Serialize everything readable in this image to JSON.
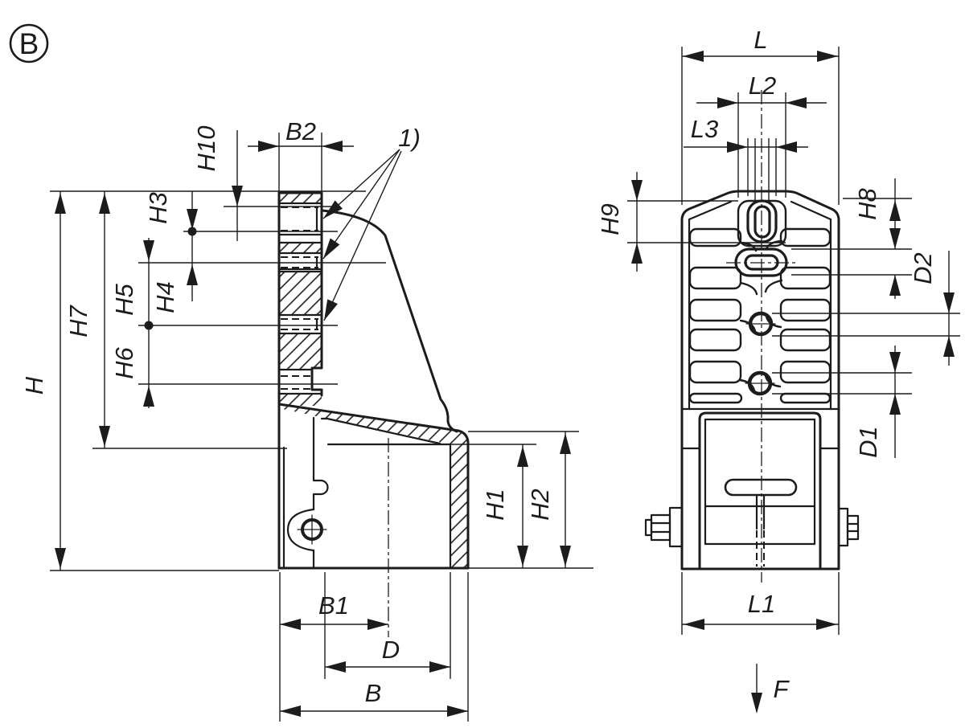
{
  "drawing": {
    "title": "Technical drawing, two orthographic views of a clamping element",
    "background_color": "#ffffff",
    "line_color": "#1c1c1c",
    "view_marker": "B",
    "note_reference": "1)",
    "side_view": {
      "name": "side-section-view",
      "dims": {
        "H": "H",
        "H1": "H1",
        "H2": "H2",
        "H3": "H3",
        "H4": "H4",
        "H5": "H5",
        "H6": "H6",
        "H7": "H7",
        "H10": "H10",
        "B": "B",
        "B1": "B1",
        "B2": "B2",
        "D": "D"
      }
    },
    "front_view": {
      "name": "front-view",
      "dims": {
        "L": "L",
        "L1": "L1",
        "L2": "L2",
        "L3": "L3",
        "H8": "H8",
        "H9": "H9",
        "D1": "D1",
        "D2": "D2"
      },
      "force_label": "F"
    }
  }
}
